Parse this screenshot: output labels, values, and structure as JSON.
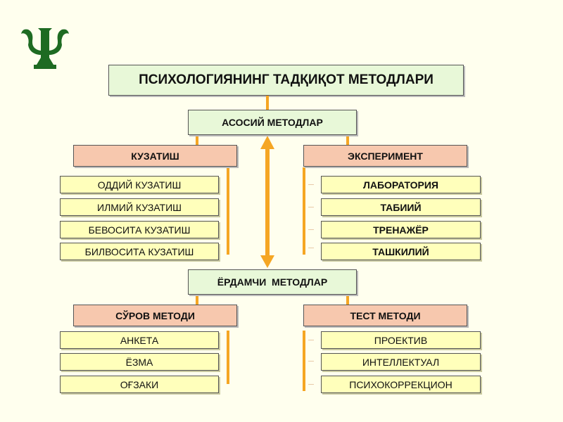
{
  "logo": {
    "icon": "psi-icon",
    "color": "#1e6b22"
  },
  "title": "ПСИХОЛОГИЯНИНГ ТАДҚИҚОТ МЕТОДЛАРИ",
  "main_methods": {
    "label": "АСОСИЙ МЕТОДЛАР",
    "observation": {
      "label": "КУЗАТИШ",
      "items": [
        "ОДДИЙ КУЗАТИШ",
        "ИЛМИЙ КУЗАТИШ",
        "БЕВОСИТА КУЗАТИШ",
        "БИЛВОСИТА КУЗАТИШ"
      ]
    },
    "experiment": {
      "label": "ЭКСПЕРИМЕНТ",
      "items": [
        "ЛАБОРАТОРИЯ",
        "ТАБИИЙ",
        "ТРЕНАЖЁР",
        "ТАШКИЛИЙ"
      ]
    }
  },
  "auxiliary_methods": {
    "label": "ЁРДАМЧИ  МЕТОДЛАР",
    "survey": {
      "label": "СЎРОВ МЕТОДИ",
      "items": [
        "АНКЕТА",
        "ЁЗМА",
        "ОҒЗАКИ"
      ]
    },
    "test": {
      "label": "ТЕСТ МЕТОДИ",
      "items": [
        "ПРОЕКТИВ",
        "ИНТЕЛЛЕКТУАЛ",
        "ПСИХОКОРРЕКЦИОН"
      ]
    }
  },
  "colors": {
    "connector": "#f5a623",
    "green_box": "#e8f8d8",
    "salmon_box": "#f7c8ae",
    "yellow_box": "#ffffbb"
  }
}
